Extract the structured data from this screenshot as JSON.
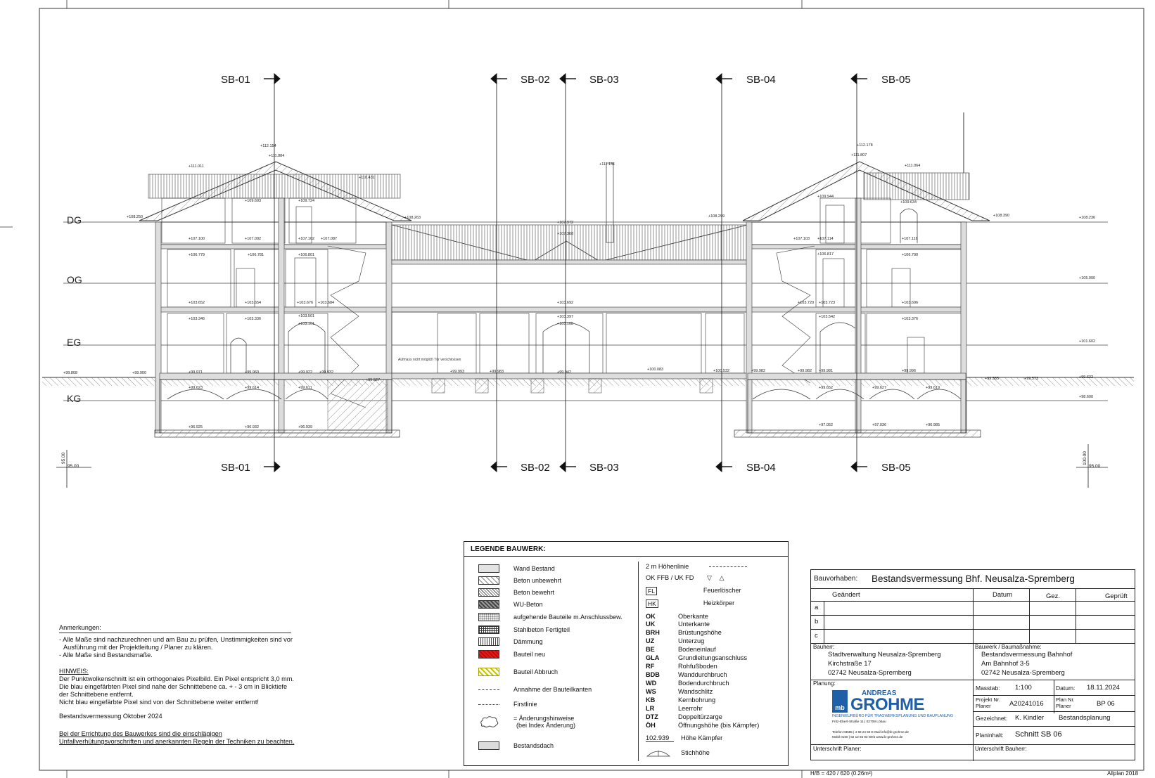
{
  "sections": [
    "SB-01",
    "SB-02",
    "SB-03",
    "SB-04",
    "SB-05"
  ],
  "levels": [
    "DG",
    "OG",
    "EG",
    "KG"
  ],
  "elevations": {
    "ridge_left_1": "+112.154",
    "ridge_left_2": "+111.884",
    "ridge_right_1": "+112.178",
    "ridge_right_2": "+111.807",
    "roof_left_far": "+111.011",
    "roof_left_mid": "+110.431",
    "roof_right": "+111.064",
    "chimney": "+111.131",
    "dg_left": "+108.250",
    "dg_mid_left": "+108.263",
    "dg_mid": "+107.972",
    "dg_mid_right": "+108.299",
    "dg_right": "+108.390",
    "dg_far_right": "+108.236",
    "dg_mid_lower": "+107.368",
    "attic_l1": "+109.693",
    "attic_l2": "+109.724",
    "attic_r1": "+109.944",
    "attic_r2": "+109.634",
    "og_l1": "+107.100",
    "og_l2": "+107.092",
    "og_l3": "+107.102",
    "og_l4": "+107.087",
    "og_r1": "+107.103",
    "og_r2": "+107.114",
    "og_r3": "+107.116",
    "og_l5": "+106.779",
    "og_l6": "+106.781",
    "og_l7": "+106.801",
    "og_r4": "+106.817",
    "og_r5": "+106.790",
    "og_far_right": "+105.000",
    "eg_l1": "+103.652",
    "eg_l2": "+103.654",
    "eg_l3": "+103.676",
    "eg_l4": "+103.684",
    "eg_mid": "+103.692",
    "eg_r1": "+103.720",
    "eg_r2": "+103.723",
    "eg_r3": "+103.696",
    "eg_l5": "+103.346",
    "eg_l6": "+103.336",
    "eg_l7": "+103.501",
    "eg_l8": "+103.101",
    "eg_mid2": "+103.397",
    "eg_mid3": "+103.108",
    "eg_r4": "+103.542",
    "eg_r5": "+103.376",
    "eg_far_right": "+101.602",
    "gr_left_far": "+99.808",
    "gr_l1": "+99.900",
    "gr_l2": "+99.971",
    "gr_l3": "+99.960",
    "gr_l4": "+99.922",
    "gr_l5": "+99.932",
    "gr_l6": "+99.527",
    "gr_m1": "+99.993",
    "gr_m2": "+99.983",
    "gr_m3": "+99.942",
    "gr_m4": "+100.083",
    "gr_m5": "+100.532",
    "gr_r1": "+99.982",
    "gr_r2": "+99.982",
    "gr_r3": "+99.981",
    "gr_r4": "+99.996",
    "gr_r5": "+99.585",
    "gr_r6": "+99.573",
    "gr_r7": "+99.632",
    "kg_l1": "+99.623",
    "kg_l2": "+99.614",
    "kg_l3": "+99.611",
    "kg_r1": "+99.652",
    "kg_r2": "+99.627",
    "kg_r3": "+99.619",
    "kg_far_right": "+98.600",
    "kg_floor_l1": "+96.925",
    "kg_floor_l2": "+96.932",
    "kg_floor_l3": "+96.939",
    "kg_floor_r1": "+97.052",
    "kg_floor_r2": "+97.036",
    "kg_floor_r3": "+96.985",
    "ref_left": "95.00",
    "ref_right": "95.00",
    "ref_left_v": "95.00",
    "ref_right_v": "100.00"
  },
  "drawing_note": "Aufmass nicht möglich Tür verschlossen",
  "legend": {
    "title": "LEGENDE BAUWERK:",
    "materials": [
      {
        "label": "Wand Bestand",
        "swatch": "#e3e3e3"
      },
      {
        "label": "Beton unbewehrt",
        "swatch": "hatch-light"
      },
      {
        "label": "Beton bewehrt",
        "swatch": "hatch-dense"
      },
      {
        "label": "WU-Beton",
        "swatch": "hatch-dark"
      },
      {
        "label": "aufgehende Bauteile m.Anschlussbew.",
        "swatch": "dots"
      },
      {
        "label": "Stahlbeton Fertigteil",
        "swatch": "grid"
      },
      {
        "label": "Dämmung",
        "swatch": "wave"
      },
      {
        "label": "Bauteil neu",
        "swatch": "#dd1a1a"
      },
      {
        "label": "Bauteil Abbruch",
        "swatch": "yellow-hatch"
      }
    ],
    "lines": [
      "Annahme der Bauteilkanten",
      "Firstlinie"
    ],
    "cloud_label": "= Änderungshinweise",
    "cloud_sub": "(bei Index Änderung)",
    "roof_label": "Bestandsdach",
    "col2_top": "2 m Höhenlinie",
    "ok_label": "OK FFB / UK FD",
    "fl": {
      "key": "FL",
      "label": "Feuerlöscher"
    },
    "hk": {
      "key": "HK",
      "label": "Heizkörper"
    },
    "abbreviations": [
      {
        "k": "OK",
        "v": "Oberkante"
      },
      {
        "k": "UK",
        "v": "Unterkante"
      },
      {
        "k": "BRH",
        "v": "Brüstungshöhe"
      },
      {
        "k": "UZ",
        "v": "Unterzug"
      },
      {
        "k": "BE",
        "v": "Bodeneinlauf"
      },
      {
        "k": "GLA",
        "v": "Grundleitungsanschluss"
      },
      {
        "k": "RF",
        "v": "Rohfußboden"
      },
      {
        "k": "BDB",
        "v": "Wanddurchbruch"
      },
      {
        "k": "WD",
        "v": "Bodendurchbruch"
      },
      {
        "k": "WS",
        "v": "Wandschlitz"
      },
      {
        "k": "KB",
        "v": "Kernbohrung"
      },
      {
        "k": "LR",
        "v": "Leerrohr"
      },
      {
        "k": "DTZ",
        "v": "Doppeltürzarge"
      },
      {
        "k": "ÖH",
        "v": "Öffnungshöhe (bis Kämpfer)"
      }
    ],
    "kaempfer_value": "102.939",
    "kaempfer_label": "Höhe Kämpfer",
    "stich_label": "Stichhöhe"
  },
  "notes": {
    "heading": "Anmerkungen:",
    "lines": [
      "- Alle Maße sind nachzurechnen und am Bau zu prüfen, Unstimmigkeiten sind vor",
      "  Ausführung mit der Projektleitung / Planer zu klären.",
      "- Alle Maße sind Bestandsmaße."
    ],
    "hinweis_heading": "HINWEIS:",
    "hinweis_lines": [
      "Der Punktwolkenschnitt ist ein orthogonales Pixelbild. Ein Pixel entspricht 3,0 mm.",
      "Die blau eingefärbten Pixel sind nahe der Schnittebene ca. + - 3 cm in Blicktiefe",
      "der Schnittebene entfernt.",
      "Nicht blau eingefärbte Pixel sind von der Schnittebene weiter entfernt!"
    ],
    "survey": "Bestandsvermessung Oktober 2024",
    "safety_1": "Bei der Errichtung des Bauwerkes sind die einschlägigen",
    "safety_2": "Unfallverhütungsvorschriften und anerkannten Regeln der Techniken zu beachten."
  },
  "title_block": {
    "project_label": "Bauvorhaben:",
    "project": "Bestandsvermessung Bhf. Neusalza-Spremberg",
    "col_changed": "Geändert",
    "col_date": "Datum",
    "col_by": "Gez.",
    "col_checked": "Geprüft",
    "rows": [
      "a",
      "b",
      "c"
    ],
    "client_label": "Bauherr:",
    "client_lines": [
      "Stadtverwaltung Neusalza-Spremberg",
      "Kirchstraße 17",
      "02742 Neusalza-Spremberg"
    ],
    "work_label": "Bauwerk / Baumaßnahme:",
    "work_lines": [
      "Bestandsvermessung Bahnhof",
      "Am Bahnhof 3-5",
      "02742 Neusalza-Spremberg"
    ],
    "planning_label": "Planung:",
    "logo_top": "ANDREAS",
    "logo_main": "GROHME",
    "logo_badge": "mb",
    "logo_sub": "INGENIEURBÜRO FÜR TRAGWERKSPLANUNG UND BAUPLANUNG",
    "logo_addr": "Fritz-Ebert-Straße 11 | 02708 Löbau",
    "logo_contact_1": "Telefon 03585 | 4 68 24 50     E-Mail info@ib-grohme.de",
    "logo_contact_2": "Mobil 0160 | 82 13 93 93      Web www.ib-grohme.de",
    "scale_label": "Masstab:",
    "scale": "1:100",
    "date_label": "Datum:",
    "date": "18.11.2024",
    "proj_nr_label_1": "Projekt Nr.",
    "proj_nr_label_2": "Planer",
    "proj_nr": "A20241016",
    "plan_nr_label_1": "Plan Nr.",
    "plan_nr_label_2": "Planer",
    "plan_nr": "BP 06",
    "drawn_label": "Gezeichnet:",
    "drawn": "K. Kindler",
    "phase": "Bestandsplanung",
    "content_label": "Planinhalt:",
    "content": "Schnitt SB 06",
    "sign_planner": "Unterschrift Planer:",
    "sign_client": "Unterschrift Bauherr:"
  },
  "footer_left": "H/B = 420 / 620 (0.26m²)",
  "footer_right": "Allplan 2018"
}
